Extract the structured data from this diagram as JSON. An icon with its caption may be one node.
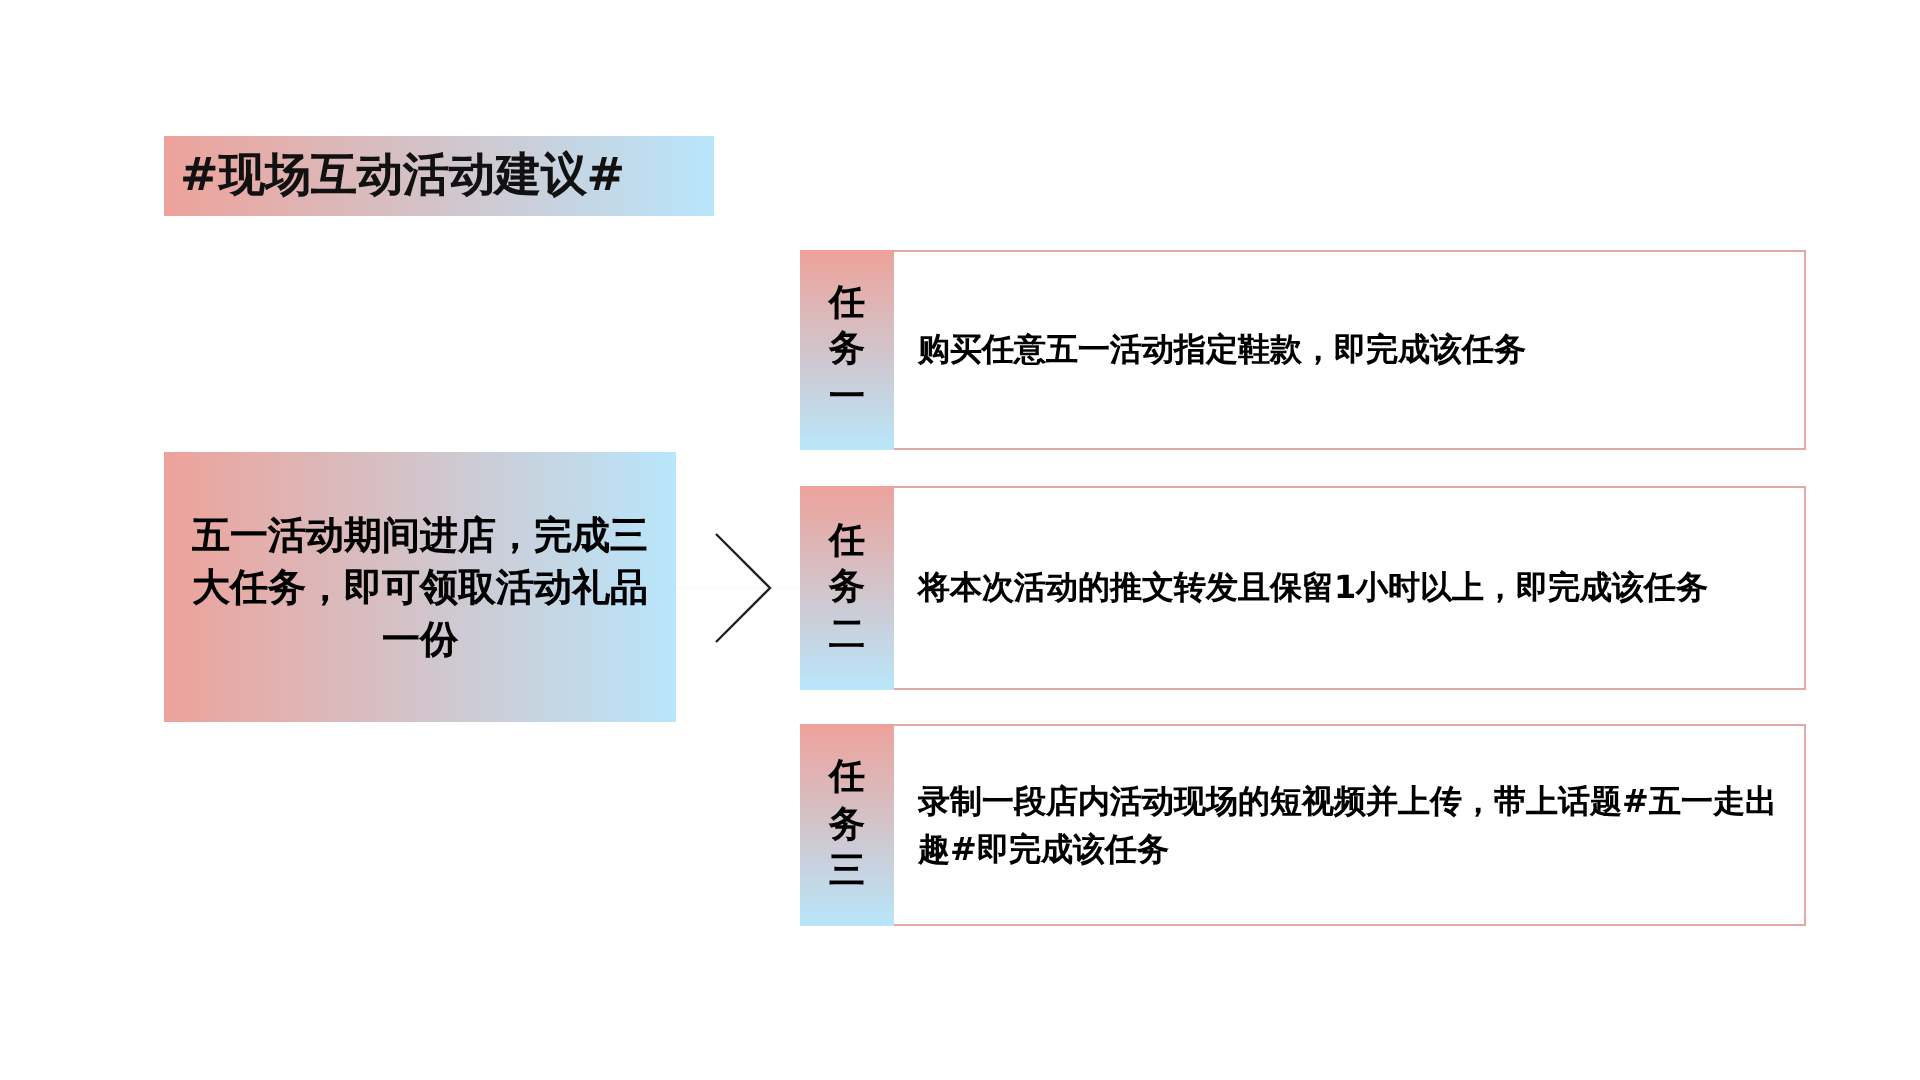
{
  "diagram": {
    "title": "#现场互动活动建议#",
    "nodes": [
      {
        "text": [
          "五一活动期间进店，完成三大任务，即可领取活动礼品一份"
        ]
      },
      {
        "text": [
          "任务一",
          "购买任意五一活动指定鞋款，即完成该任务"
        ]
      },
      {
        "text": [
          "任务二",
          "将本次活动的推文转发且保留1小时以上，即完成该任务"
        ]
      },
      {
        "text": [
          "任务三",
          "录制一段店内活动现场的短视频并上传，带上话题#五一走出趣#即完成该任务"
        ]
      }
    ],
    "edges": [
      {
        "from": 0,
        "to": 2,
        "arrow": "to"
      }
    ]
  }
}
